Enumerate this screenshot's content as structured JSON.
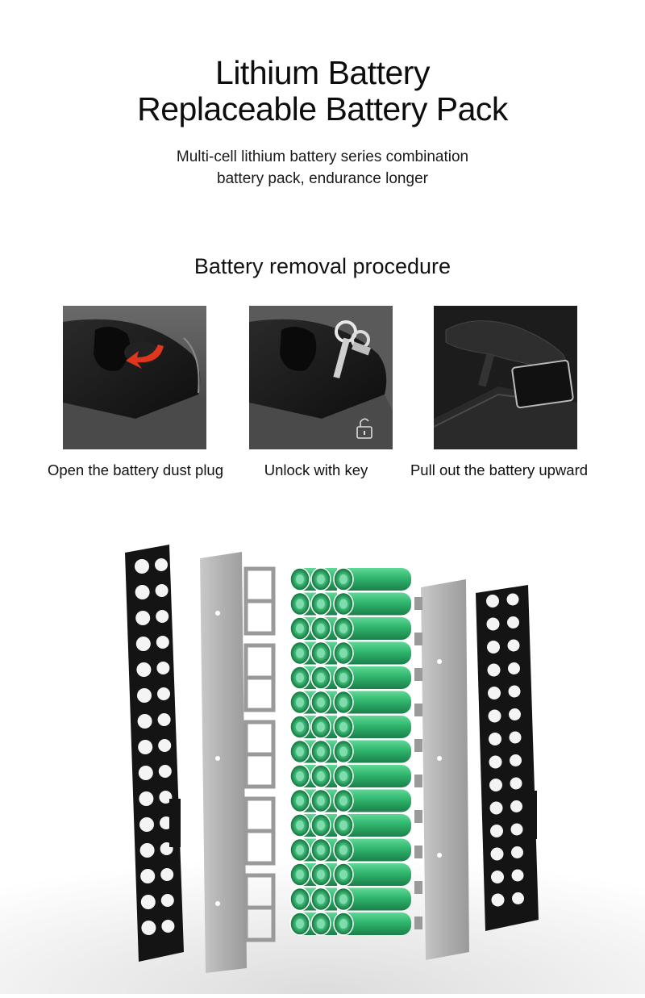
{
  "header": {
    "title_line1": "Lithium Battery",
    "title_line2": "Replaceable Battery Pack",
    "subtitle_line1": "Multi-cell lithium battery series combination",
    "subtitle_line2": "battery pack, endurance longer"
  },
  "procedure": {
    "title": "Battery removal procedure",
    "steps": [
      {
        "caption": "Open the battery dust plug"
      },
      {
        "caption": "Unlock with key"
      },
      {
        "caption": "Pull out the battery upward"
      }
    ]
  },
  "colors": {
    "cell_green": "#3fbf7e",
    "cell_dark": "#1e8a52",
    "frame_black": "#141414",
    "plate_grey": "#bdbdbd",
    "arrow_red": "#e0361c"
  },
  "icons": {
    "step1": "arrow-rotate-icon",
    "step2": "key-icon",
    "step2_badge": "unlock-icon"
  }
}
